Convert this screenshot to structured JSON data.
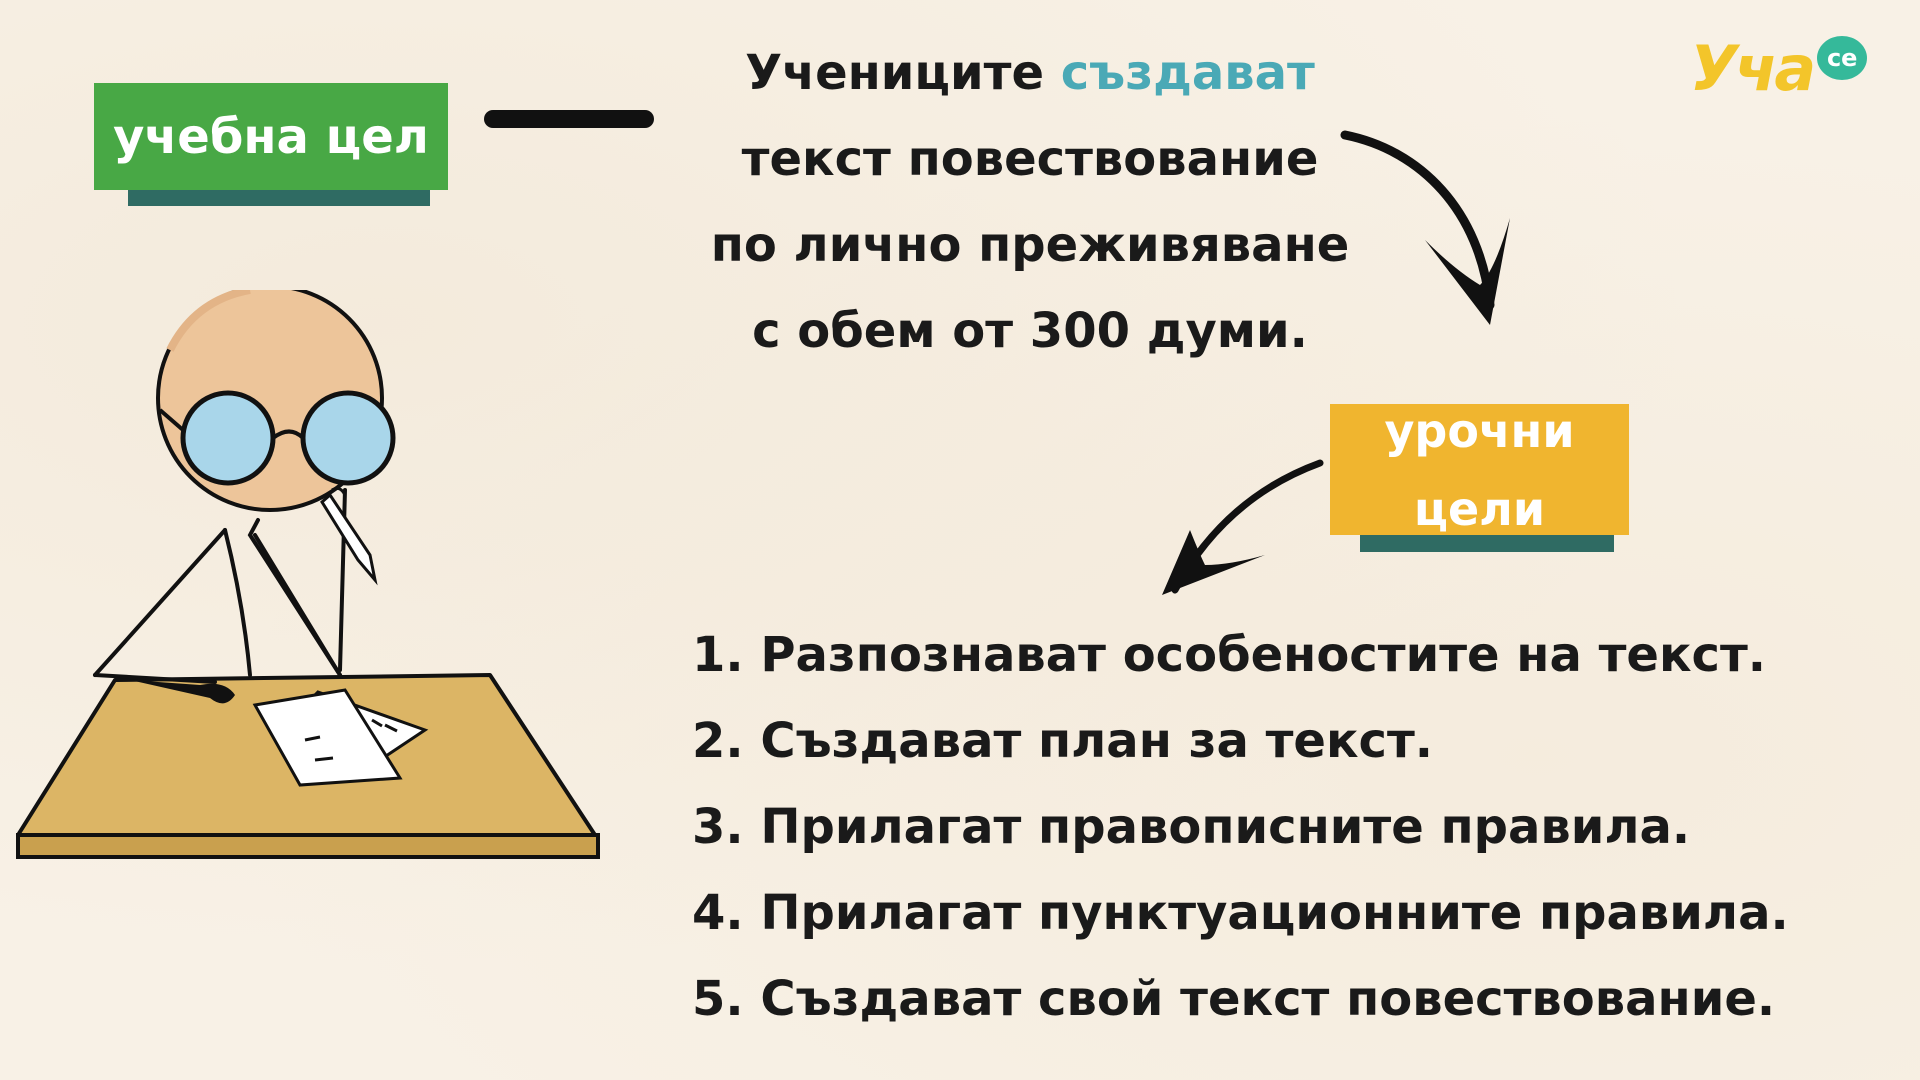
{
  "goal": {
    "label": "учебна цел",
    "text_part1": "Учениците ",
    "text_highlight": "създават",
    "line2": "текст повествование",
    "line3": "по лично преживяване",
    "line4": "с обем от 300 думи."
  },
  "lesson": {
    "label_line1": "урочни",
    "label_line2": "цели"
  },
  "objectives": [
    "1. Разпознават особеностите на текст.",
    "2. Създават план за текст.",
    "3. Прилагат правописните правила.",
    "4. Прилагат пунктуационните правила.",
    "5. Създават свой текст повествование."
  ],
  "logo": {
    "word": "Уча",
    "suffix": "се"
  },
  "colors": {
    "background": "#f8f1e6",
    "goal_green": "#48a845",
    "lesson_yellow": "#f0b52f",
    "highlight_teal": "#4aa9b6",
    "shadow_teal": "#2f6b63",
    "desk": "#dcb565"
  }
}
